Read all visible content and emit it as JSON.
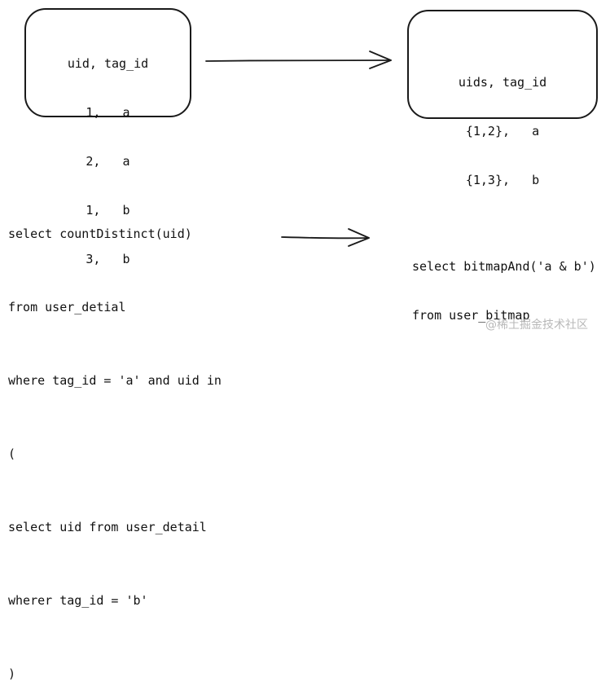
{
  "left_table": {
    "header": "uid, tag_id",
    "rows": [
      "1,   a",
      "2,   a",
      "1,   b",
      "3,   b"
    ]
  },
  "right_table": {
    "header": "uids, tag_id",
    "rows": [
      "{1,2},   a",
      "{1,3},   b"
    ]
  },
  "left_sql": [
    "select countDistinct(uid)",
    "from user_detial",
    "where tag_id = 'a' and uid in",
    "(",
    "select uid from user_detail",
    "wherer tag_id = 'b'",
    ")"
  ],
  "right_sql": [
    "select bitmapAnd('a & b')",
    "from user_bitmap"
  ],
  "watermark": "@稀土掘金技术社区"
}
